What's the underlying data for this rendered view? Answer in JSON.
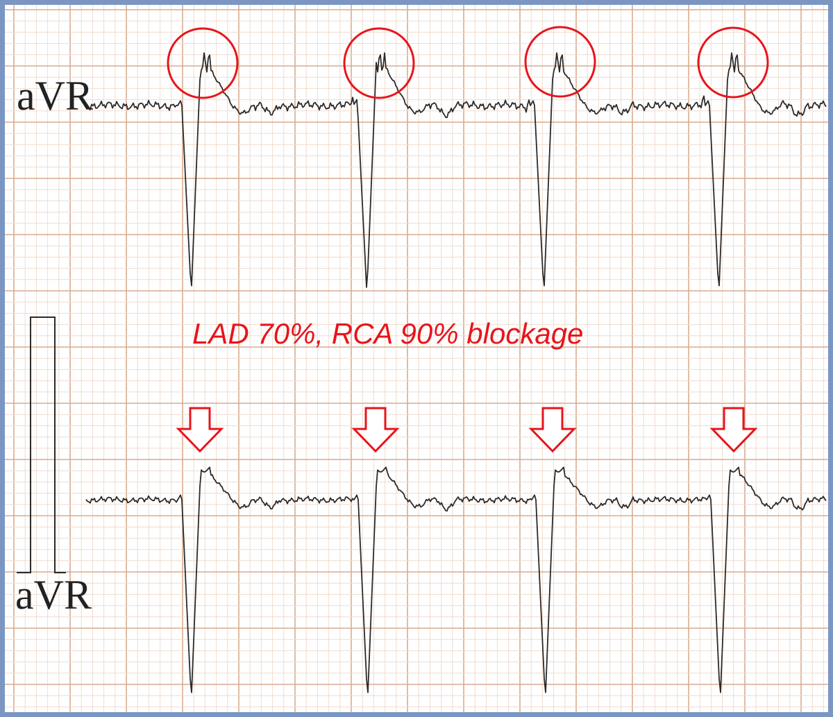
{
  "strips": [
    {
      "label": "aVR",
      "beats": 4,
      "marker": "circle",
      "marker_target": "ST elevation"
    },
    {
      "label": "aVR",
      "beats": 4,
      "marker": "arrow-down",
      "marker_target": "ST elevation"
    }
  ],
  "annotation": "LAD 70%, RCA 90% blockage",
  "calibration_mark": "calibration-pulse",
  "colors": {
    "grid_minor": "#f0dccd",
    "grid_major": "#d8ab8d",
    "trace": "#2a2a2a",
    "marker": "#e8141b",
    "border": "#7b96c2"
  }
}
